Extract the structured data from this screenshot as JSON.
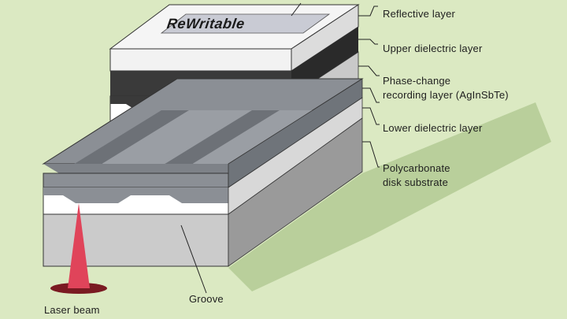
{
  "logo_text": "ReWritable",
  "labels": {
    "reflective": "Reflective layer",
    "upper_dielectric": "Upper dielectric layer",
    "phase_change_1": "Phase-change",
    "phase_change_2": "recording layer (AgInSbTe)",
    "lower_dielectric": "Lower dielectric layer",
    "substrate_1": "Polycarbonate",
    "substrate_2": "disk substrate",
    "groove": "Groove",
    "laser": "Laser beam"
  },
  "colors": {
    "background": "#dbe9c2",
    "reflective": "#f2f2f2",
    "upper_dielectric": "#3a3a3a",
    "phase_change": "#8b8f95",
    "lower_dielectric": "#ffffff",
    "substrate": "#cbcbcb",
    "laser": "#e0445a"
  }
}
